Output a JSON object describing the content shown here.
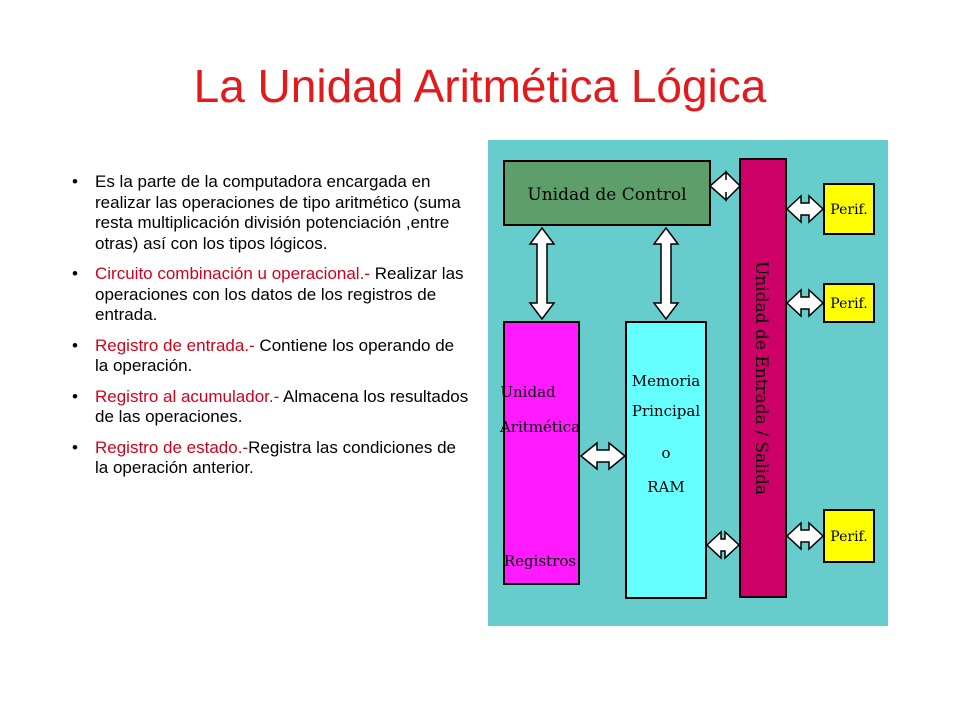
{
  "slide": {
    "title": "La Unidad Aritmética Lógica",
    "colors": {
      "title": "#e31a1c",
      "highlight": "#d0021b",
      "body": "#000000",
      "diagram_background": "#66cccc",
      "control_unit": "#5e9e6b",
      "alu": "#ff1aff",
      "memory": "#66ffff",
      "io_unit": "#cc0066",
      "peripheral": "#ffff00"
    },
    "bullets": [
      {
        "highlight": "",
        "text": "Es la parte de la computadora encargada en realizar las operaciones de tipo aritmético (suma resta multiplicación  división potenciación ,entre otras) así con los tipos lógicos."
      },
      {
        "highlight": "Circuito combinación u operacional.-",
        "text": " Realizar las operaciones con los datos de los registros de entrada."
      },
      {
        "highlight": "Registro de entrada.-",
        "text": " Contiene los operando de la operación."
      },
      {
        "highlight": "Registro al acumulador.-",
        "text": " Almacena los resultados de las operaciones."
      },
      {
        "highlight": "Registro de estado.-",
        "text": "Registra las condiciones de la operación anterior."
      }
    ],
    "diagram": {
      "control_unit": "Unidad de Control",
      "alu_line1": "Unidad",
      "alu_line2": "Aritmética",
      "alu_registers": "Registros",
      "memory_line1": "Memoria",
      "memory_line2": "Principal",
      "memory_line3": "o",
      "memory_line4": "RAM",
      "io_unit": "Unidad de Entrada / Salida",
      "peripherals": [
        "Perif.",
        "Perif.",
        "Perif."
      ]
    }
  }
}
